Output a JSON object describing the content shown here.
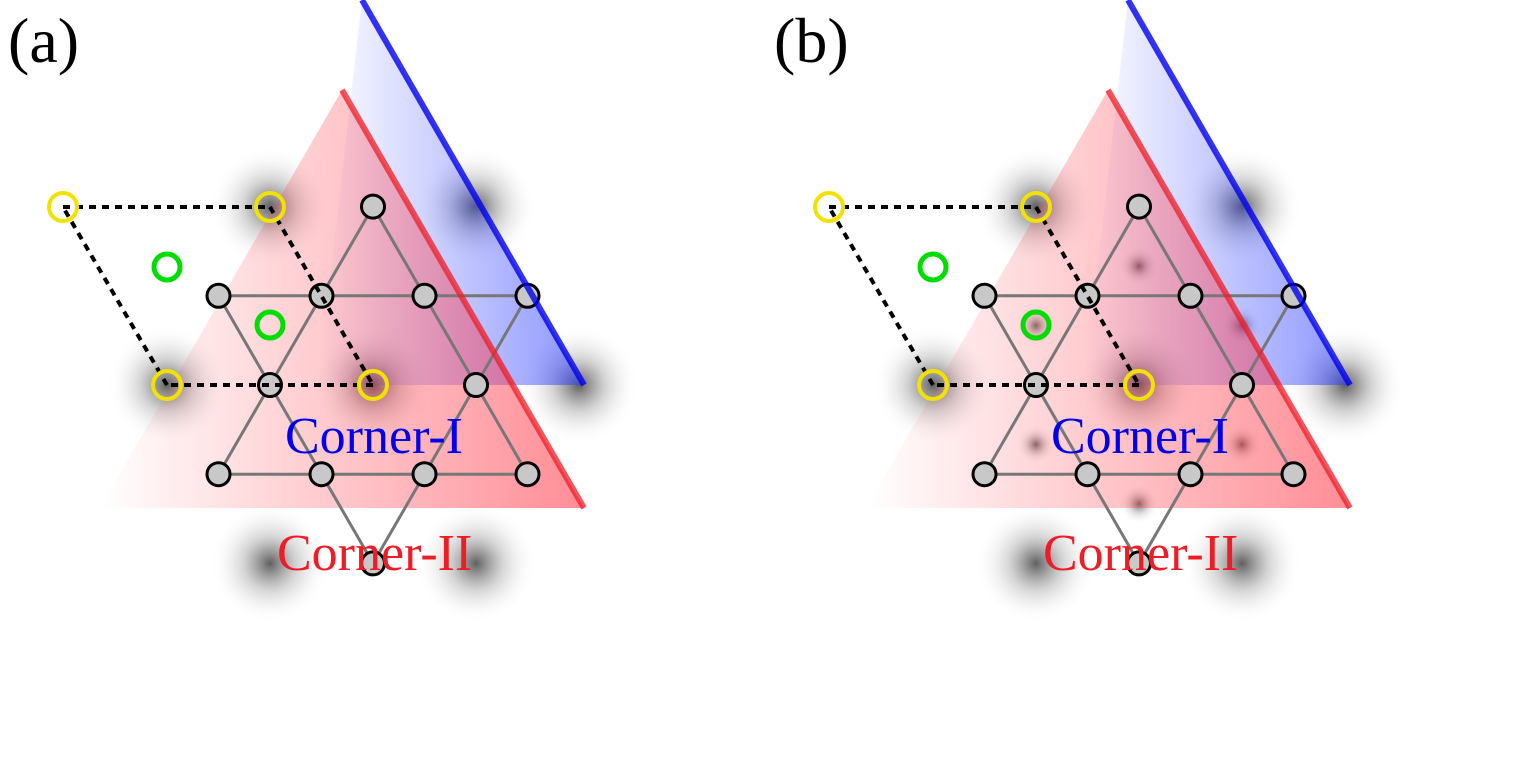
{
  "panels": [
    {
      "id": "a",
      "label": "(a)",
      "wannier_centers": "hexagon",
      "corner_I_label": "Corner-I",
      "corner_II_label": "Corner-II"
    },
    {
      "id": "b",
      "label": "(b)",
      "wannier_centers": "hexagon-and-triangle",
      "corner_I_label": "Corner-I",
      "corner_II_label": "Corner-II"
    }
  ],
  "colors": {
    "site_fill": "#c8c8c8",
    "bond": "#777777",
    "unit_cell_marker": "#f2e200",
    "wyckoff_marker": "#00dd00",
    "corner_I": "#0000ee",
    "corner_II": "#ee1c24",
    "charge_cloud": "#555555"
  }
}
